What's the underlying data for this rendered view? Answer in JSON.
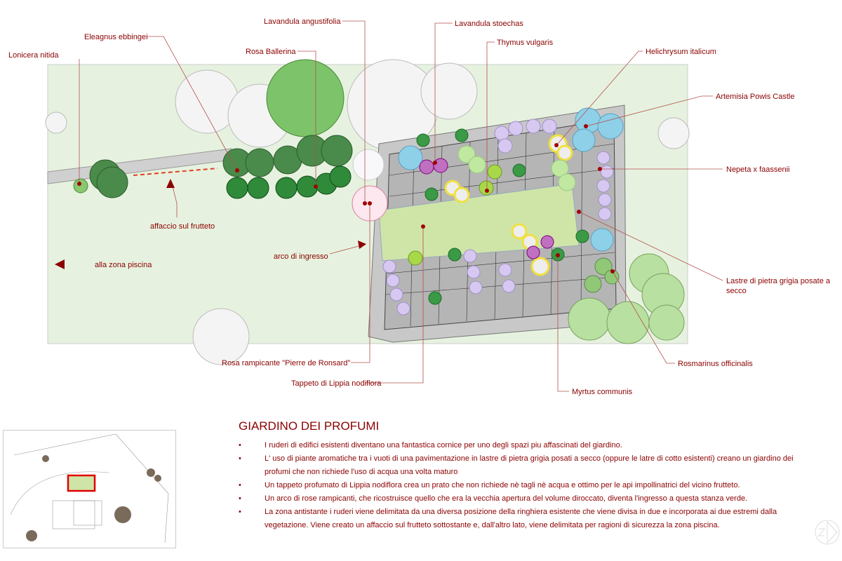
{
  "labels": {
    "lonicera": "Lonicera nitida",
    "eleagnus": "Eleagnus ebbingei",
    "lav_ang": "Lavandula angustifolia",
    "rosa_ballerina": "Rosa Ballerina",
    "lav_stoechas": "Lavandula stoechas",
    "thymus": "Thymus vulgaris",
    "helichrysum": "Helichrysum italicum",
    "artemisia": "Artemisia Powis Castle",
    "nepeta": "Nepeta x faassenii",
    "lastre_1": "Lastre di pietra grigia posate a",
    "lastre_2": "secco",
    "rosmarinus": "Rosmarinus officinalis",
    "myrtus": "Myrtus communis",
    "lippia": "Tappeto di Lippia nodiflora",
    "rosa_rampicante": "Rosa rampicante \"Pierre de Ronsard\"",
    "arco": "arco di ingresso",
    "affaccio": "affaccio sul  frutteto",
    "piscina": "alla zona piscina"
  },
  "description": {
    "title": "GIARDINO DEI PROFUMI",
    "bullets": [
      "I ruderi di edifici esistenti diventano una fantastica cornice per uno degli spazi piu affascinati del giardino.",
      "L' uso di piante aromatiche tra i vuoti di una pavimentazione in lastre di pietra grigia posati a secco (oppure le latre di cotto esistenti) creano un giardino dei profumi che non richiede l'uso di acqua una volta maturo",
      "Un tappeto profumato di Lippia nodiflora crea un prato che non richiede nè tagli nè acqua e ottimo per le api impollinatrici del vicino frutteto.",
      "Un arco di rose rampicanti, che ricostruisce quello che era la vecchia apertura del volume diroccato, diventa l'ingresso a questa stanza verde.",
      "La zona antistante i ruderi viene delimitata da una diversa posizione della ringhiera esistente che viene divisa in due e incorporata ai due estremi dalla vegetazione. Viene creato un affaccio sul frutteto sottostante e, dall'altro lato, viene delimitata per ragioni di sicurezza la zona piscina."
    ]
  },
  "colors": {
    "label_text": "#8b0000",
    "lawn": "#cfe5a8",
    "paving": "#c8c8c8",
    "lavender": "#d6c8f0",
    "site_background": "#e6f2df",
    "highlight_box": "#e00000"
  },
  "icons": {
    "north_arrow": "north-arrow-icon"
  }
}
